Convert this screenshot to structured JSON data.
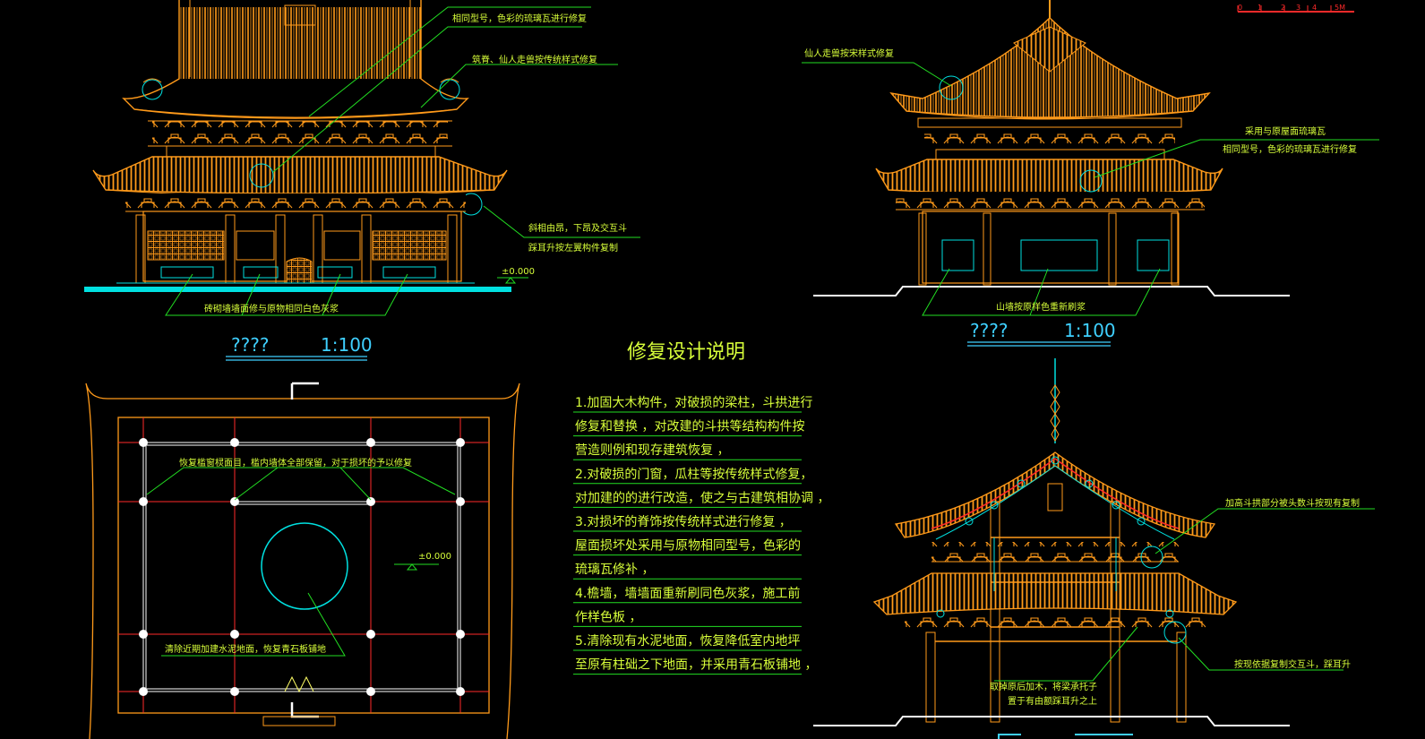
{
  "colors": {
    "background": "#000000",
    "wood": "#ff9a1a",
    "cyan": "#00e0e0",
    "leader": "#22dd22",
    "annotation": "#d8ff3a",
    "axis": "#ff2a2a",
    "title": "#3fd0ff"
  },
  "scale_bar": {
    "numbers": [
      "0",
      "1",
      "2",
      "3",
      "4",
      "5M"
    ]
  },
  "front_elevation": {
    "labels": {
      "glaze": "相同型号，色彩的琉璃瓦进行修复",
      "xianren": "筑脊、仙人走兽按传统样式修复",
      "dougong": "斜相由昂，下昂及交互斗",
      "dougong2": "踩耳升按左翼构件复制",
      "wall": "砖砌墙墙面修与原物相同白色灰浆",
      "elev": "±0.000"
    },
    "title": "????",
    "scale": "1:100"
  },
  "side_elevation": {
    "labels": {
      "xianren": "仙人走兽按宋样式修复",
      "glaze1": "采用与原屋面琉璃瓦",
      "glaze2": "相同型号，色彩的琉璃瓦进行修复",
      "wall": "山墙按原样色重新刷浆"
    },
    "title": "????",
    "scale": "1:100"
  },
  "plan": {
    "labels": {
      "window": "恢复槛窗棂面目，槛内墙体全部保留，对于损坏的予以修复",
      "floor": "清除近期加建水泥地面，恢复青石板铺地",
      "elev": "±0.000"
    }
  },
  "section": {
    "labels": {
      "dougong": "加高斗拱部分被头数斗按现有复制",
      "beam1": "取掉原后加木，将梁承托子",
      "beam2": "置于有由额踩耳升之上",
      "repair": "按现依据复制交互斗，踩耳升"
    }
  },
  "notes": {
    "heading": "修复设计说明",
    "lines": [
      "1.加固大木构件，对破损的梁柱，斗拱进行",
      "修复和替换 ，对改建的斗拱等结构构件按",
      "营造则例和现存建筑恢复 ，",
      "2.对破损的门窗，瓜柱等按传统样式修复，",
      "对加建的的进行改造，使之与古建筑相协调 ，",
      "3.对损坏的脊饰按传统样式进行修复 ，",
      "屋面损坏处采用与原物相同型号，色彩的",
      "琉璃瓦修补 ，",
      "4.檐墙，墙墙面重新刷同色灰浆，施工前",
      "作样色板 ，",
      "5.清除现有水泥地面，恢复降低室内地坪",
      "至原有柱础之下地面，并采用青石板铺地 ，"
    ]
  }
}
